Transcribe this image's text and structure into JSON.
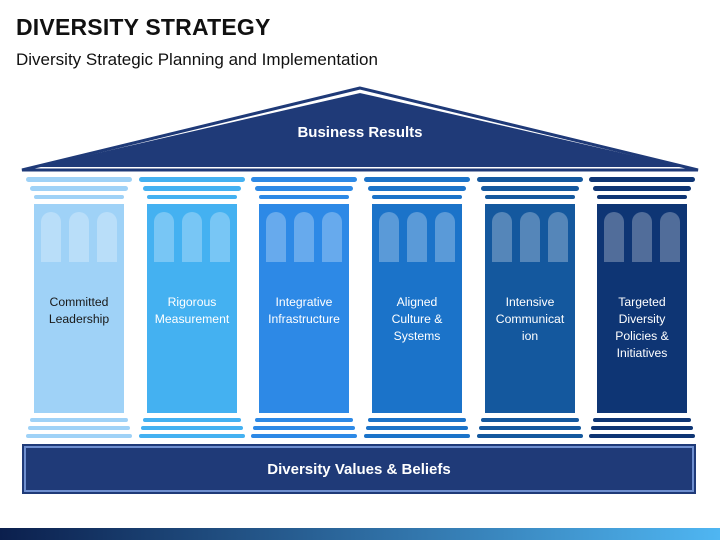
{
  "header": {
    "title": "DIVERSITY STRATEGY",
    "subtitle": "Diversity Strategic Planning and Implementation"
  },
  "roof": {
    "label": "Business Results",
    "color": "#1f3a78"
  },
  "pillars": [
    {
      "label": "Committed\nLeadership",
      "color": "#9fd2f7",
      "text_color": "#1a1a1a",
      "cap_color": "#9fd2f7"
    },
    {
      "label": "Rigorous\nMeasurement",
      "color": "#44b1f1",
      "text_color": "#ffffff",
      "cap_color": "#44b1f1"
    },
    {
      "label": "Integrative\nInfrastructure",
      "color": "#2d89e6",
      "text_color": "#ffffff",
      "cap_color": "#2d89e6"
    },
    {
      "label": "Aligned\nCulture &\nSystems",
      "color": "#1b73c9",
      "text_color": "#ffffff",
      "cap_color": "#1b73c9"
    },
    {
      "label": "Intensive\nCommunicat\nion",
      "color": "#14589e",
      "text_color": "#ffffff",
      "cap_color": "#14589e"
    },
    {
      "label": "Targeted\nDiversity\nPolicies &\nInitiatives",
      "color": "#0e3574",
      "text_color": "#ffffff",
      "cap_color": "#0e3574"
    }
  ],
  "foundation": {
    "label": "Diversity Values & Beliefs",
    "color": "#1f3a78"
  },
  "colors": {
    "bottom_bar_start": "#0b1f4d",
    "bottom_bar_end": "#4fb6f2"
  }
}
